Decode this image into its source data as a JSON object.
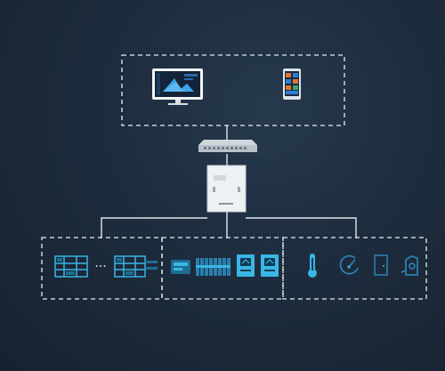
{
  "diagram": {
    "top_group": {
      "devices": [
        "monitor-icon",
        "phone-icon"
      ]
    },
    "network": {
      "switch": "network-switch-icon",
      "controller": "controller-cabinet-icon"
    },
    "bottom_groups": [
      {
        "name": "panels",
        "devices": [
          "panel-icon",
          "ellipsis",
          "panel-icon"
        ],
        "ellipsis": "···"
      },
      {
        "name": "modules",
        "devices": [
          "module-icon",
          "breaker-array-icon",
          "meter-icon",
          "meter-icon"
        ]
      },
      {
        "name": "sensors",
        "devices": [
          "thermometer-icon",
          "gauge-icon",
          "door-icon",
          "camera-icon"
        ]
      }
    ],
    "colors": {
      "background": "#1b2a3a",
      "line": "#e6edf3",
      "accent": "#39b6e6",
      "accent_dark": "#1e6d91"
    }
  }
}
